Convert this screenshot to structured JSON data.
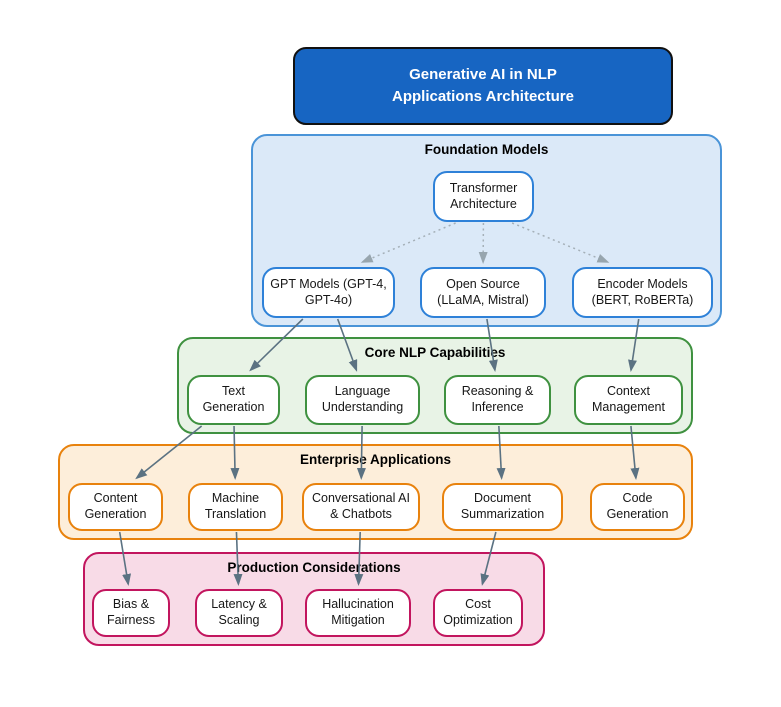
{
  "title": {
    "text": "Generative AI in NLP\nApplications Architecture"
  },
  "sections": {
    "foundation": {
      "label": "Foundation Models"
    },
    "core": {
      "label": "Core NLP Capabilities"
    },
    "enterprise": {
      "label": "Enterprise Applications"
    },
    "production": {
      "label": "Production Considerations"
    }
  },
  "nodes": {
    "transformer": {
      "label": "Transformer Architecture"
    },
    "gpt": {
      "label": "GPT Models (GPT-4, GPT-4o)"
    },
    "open_source": {
      "label": "Open Source (LLaMA, Mistral)"
    },
    "encoder": {
      "label": "Encoder Models (BERT, RoBERTa)"
    },
    "text_generation": {
      "label": "Text Generation"
    },
    "language_understanding": {
      "label": "Language Understanding"
    },
    "reasoning": {
      "label": "Reasoning & Inference"
    },
    "context": {
      "label": "Context Management"
    },
    "content_generation": {
      "label": "Content Generation"
    },
    "machine_translation": {
      "label": "Machine Translation"
    },
    "conversational": {
      "label": "Conversational AI & Chatbots"
    },
    "document_summarization": {
      "label": "Document Summarization"
    },
    "code_generation": {
      "label": "Code Generation"
    },
    "bias": {
      "label": "Bias & Fairness"
    },
    "latency": {
      "label": "Latency & Scaling"
    },
    "hallucination": {
      "label": "Hallucination Mitigation"
    },
    "cost": {
      "label": "Cost Optimization"
    }
  },
  "edges": [
    {
      "from": "transformer",
      "to": "gpt",
      "style": "dotted"
    },
    {
      "from": "transformer",
      "to": "open_source",
      "style": "dotted"
    },
    {
      "from": "transformer",
      "to": "encoder",
      "style": "dotted"
    },
    {
      "from": "gpt",
      "to": "text_generation",
      "style": "solid"
    },
    {
      "from": "gpt",
      "to": "language_understanding",
      "style": "solid"
    },
    {
      "from": "open_source",
      "to": "reasoning",
      "style": "solid"
    },
    {
      "from": "encoder",
      "to": "context",
      "style": "solid"
    },
    {
      "from": "text_generation",
      "to": "content_generation",
      "style": "solid"
    },
    {
      "from": "text_generation",
      "to": "machine_translation",
      "style": "solid"
    },
    {
      "from": "language_understanding",
      "to": "conversational",
      "style": "solid"
    },
    {
      "from": "reasoning",
      "to": "document_summarization",
      "style": "solid"
    },
    {
      "from": "context",
      "to": "code_generation",
      "style": "solid"
    },
    {
      "from": "content_generation",
      "to": "bias",
      "style": "solid"
    },
    {
      "from": "machine_translation",
      "to": "latency",
      "style": "solid"
    },
    {
      "from": "conversational",
      "to": "hallucination",
      "style": "solid"
    },
    {
      "from": "document_summarization",
      "to": "cost",
      "style": "solid"
    }
  ],
  "theme": {
    "title_bg": "#1765c2",
    "title_border": "#111111",
    "title_text": "#ffffff",
    "node_fill": "#ffffff",
    "foundation_fill": "#dbe9f8",
    "foundation_border": "#4a94d8",
    "foundation_node_border": "#2e81d8",
    "core_fill": "#e8f3e6",
    "core_border": "#3f9140",
    "enterprise_fill": "#fdeeda",
    "enterprise_border": "#e8820d",
    "production_fill": "#f8dbe7",
    "production_border": "#c2155e",
    "solid_edge": "#5b7282",
    "dotted_edge": "#a5b0b8",
    "dotted_arrowhead": "#97a5ae"
  }
}
